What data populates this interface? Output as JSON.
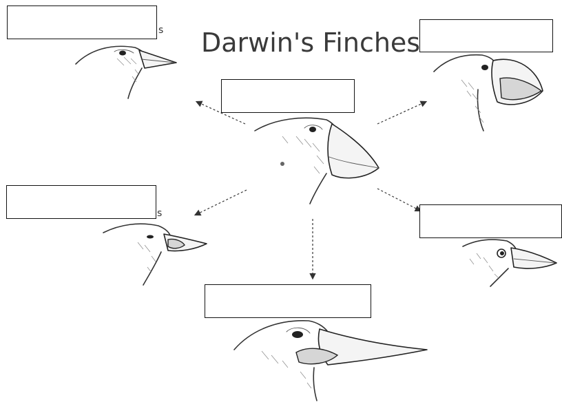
{
  "title": "Darwin's Finches",
  "partial_text": {
    "top_left": "s",
    "mid_left": "s"
  },
  "labels": [
    {
      "id": "top-left",
      "text": ""
    },
    {
      "id": "top-right",
      "text": ""
    },
    {
      "id": "center",
      "text": ""
    },
    {
      "id": "mid-left",
      "text": ""
    },
    {
      "id": "mid-right",
      "text": ""
    },
    {
      "id": "bottom",
      "text": ""
    }
  ],
  "colors": {
    "ink": "#333333",
    "box_border": "#111111",
    "background": "#ffffff"
  }
}
